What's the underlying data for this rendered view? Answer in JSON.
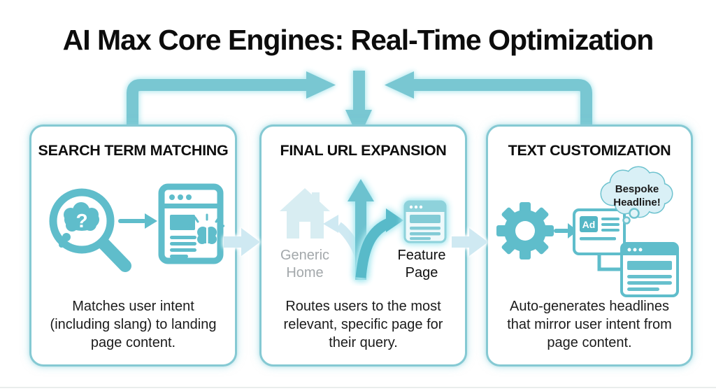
{
  "title": "AI Max Core Engines: Real-Time Optimization",
  "colors": {
    "accent": "#5fbdcb",
    "arrow": "#79c7d2",
    "faded_arrow": "#cfe9f2",
    "card_border": "#85c9d3",
    "ghost_text": "#a3a8ab"
  },
  "cards": [
    {
      "title": "SEARCH TERM MATCHING",
      "question_mark": "?",
      "description_lines": [
        "Matches user intent",
        "(including slang) to landing",
        "page content."
      ]
    },
    {
      "title": "FINAL URL EXPANSION",
      "labels": {
        "generic": "Generic Home",
        "feature": "Feature Page"
      },
      "description_lines": [
        "Routes users to the most",
        "relevant, specific page for",
        "their query."
      ]
    },
    {
      "title": "TEXT CUSTOMIZATION",
      "ad_badge": "Ad",
      "bubble_text": "Bespoke Headline!",
      "description_lines": [
        "Auto-generates headlines",
        "that mirror user intent from",
        "page content."
      ]
    }
  ]
}
